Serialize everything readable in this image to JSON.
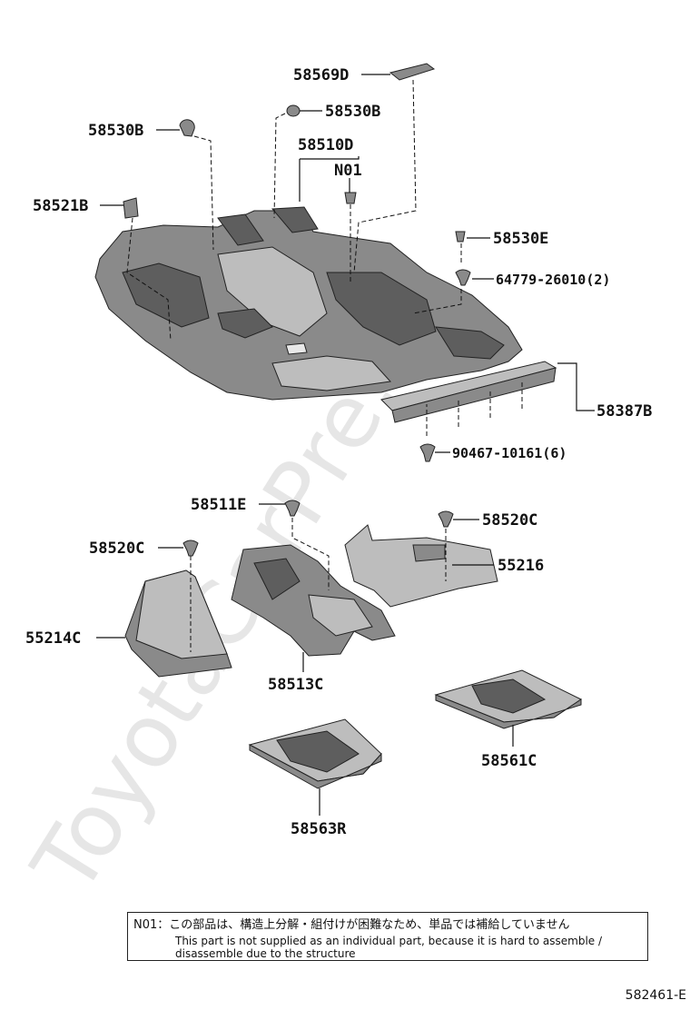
{
  "watermark": "ToyotaCarPre.ru",
  "labels": {
    "p58569D": "58569D",
    "p58530B_top": "58530B",
    "p58530B_left": "58530B",
    "p58510D": "58510D",
    "pN01": "N01",
    "p58521B": "58521B",
    "p58530E": "58530E",
    "p64779": "64779-26010(2)",
    "p58387B": "58387B",
    "p90467": "90467-10161(6)",
    "p58511E": "58511E",
    "p58520C_left": "58520C",
    "p58520C_right": "58520C",
    "p55216": "55216",
    "p55214C": "55214C",
    "p58513C": "58513C",
    "p58561C": "58561C",
    "p58563R": "58563R"
  },
  "note": {
    "jp": "N01：この部品は、構造上分解・組付けが困難なため、単品では補給していません",
    "en_line1": "This part is not supplied as an individual part, because it is hard to assemble /",
    "en_line2": "disassemble due to the structure"
  },
  "diagram_code": "582461-E"
}
